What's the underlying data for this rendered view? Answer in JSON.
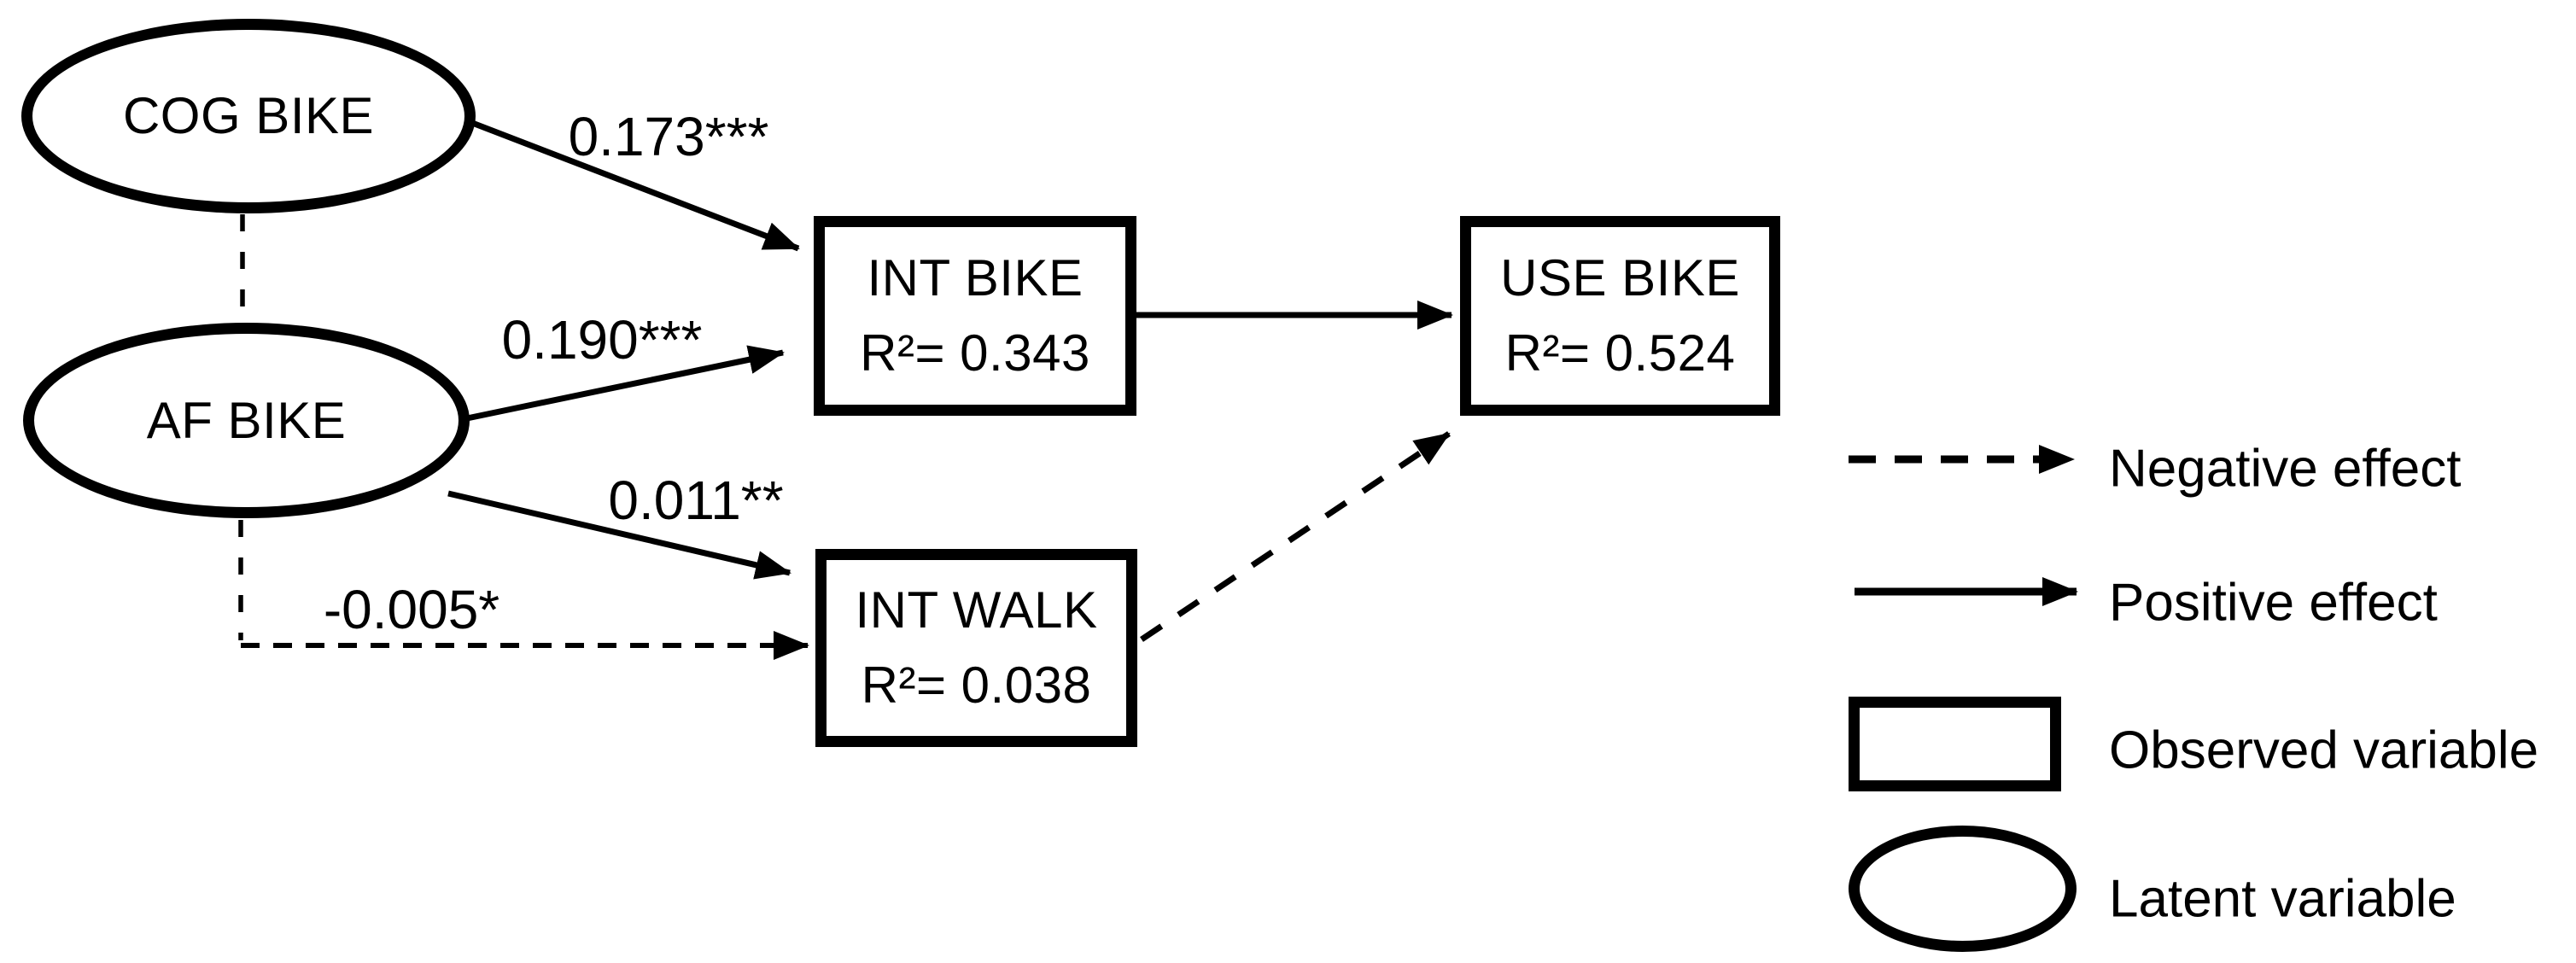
{
  "figure": {
    "kind": "SEM path diagram",
    "background": "#ffffff",
    "ink": "#000000"
  },
  "nodes": {
    "cog_bike": {
      "label": "COG BIKE",
      "shape": "ellipse",
      "role": "latent variable"
    },
    "af_bike": {
      "label": "AF BIKE",
      "shape": "ellipse",
      "role": "latent variable"
    },
    "int_bike": {
      "label": "INT BIKE",
      "r2": "R²= 0.343",
      "shape": "rectangle",
      "role": "observed variable"
    },
    "int_walk": {
      "label": "INT WALK",
      "r2": "R²= 0.038",
      "shape": "rectangle",
      "role": "observed variable"
    },
    "use_bike": {
      "label": "USE BIKE",
      "r2": "R²= 0.524",
      "shape": "rectangle",
      "role": "observed variable"
    }
  },
  "paths": [
    {
      "from": "COG BIKE",
      "to": "INT BIKE",
      "coefficient": "0.173***",
      "effect": "positive",
      "style": "solid"
    },
    {
      "from": "AF BIKE",
      "to": "INT BIKE",
      "coefficient": "0.190***",
      "effect": "positive",
      "style": "solid"
    },
    {
      "from": "AF BIKE",
      "to": "INT WALK",
      "coefficient": "0.011**",
      "effect": "positive",
      "style": "solid"
    },
    {
      "from": "COG BIKE",
      "to": "INT WALK",
      "coefficient": "-0.005*",
      "effect": "negative",
      "style": "dashed"
    },
    {
      "from": "INT BIKE",
      "to": "USE BIKE",
      "effect": "positive",
      "style": "solid"
    },
    {
      "from": "INT WALK",
      "to": "USE BIKE",
      "effect": "negative",
      "style": "dashed"
    }
  ],
  "legend": {
    "items": [
      {
        "symbol": "dashed-arrow",
        "label": "Negative effect"
      },
      {
        "symbol": "solid-arrow",
        "label": "Positive effect"
      },
      {
        "symbol": "rectangle",
        "label": "Observed variable"
      },
      {
        "symbol": "ellipse",
        "label": "Latent variable"
      }
    ]
  }
}
